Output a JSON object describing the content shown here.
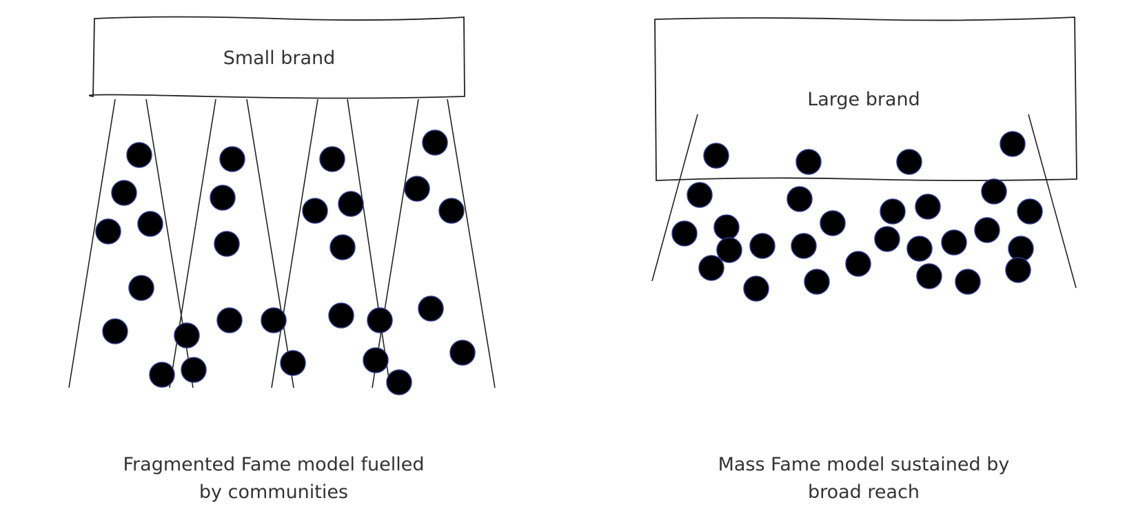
{
  "left_panel": {
    "box_label": "Small brand",
    "caption_lines": [
      "Fragmented Fame model fuelled",
      "by communities"
    ]
  },
  "right_panel": {
    "box_label": "Large brand",
    "caption_lines": [
      "Mass Fame model sustained by",
      "broad reach"
    ]
  },
  "colors": {
    "stroke": "#222222",
    "dot_fill": "#000000",
    "dot_outline": "#2b3a8c",
    "text": "#333333"
  }
}
